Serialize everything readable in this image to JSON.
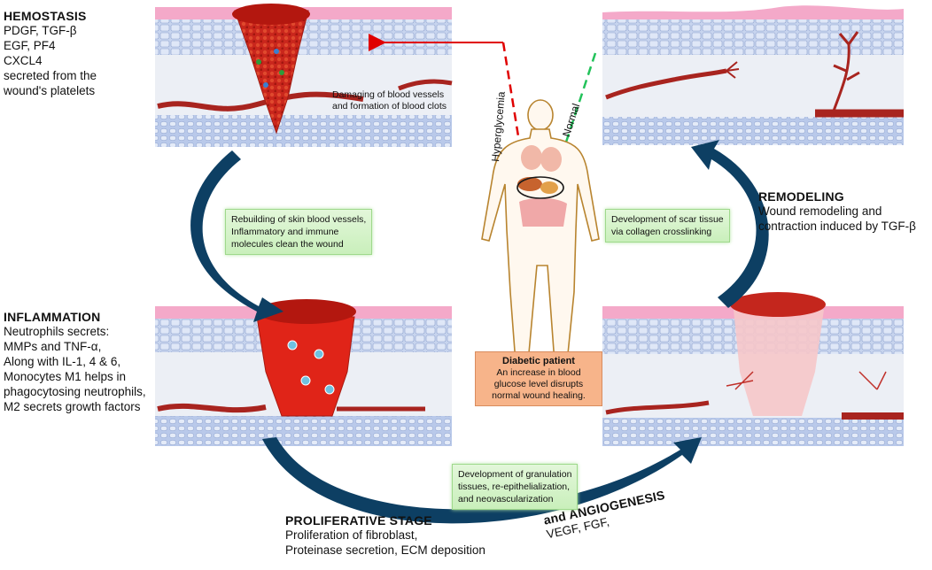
{
  "stages": {
    "hemostasis": {
      "title": "HEMOSTASIS",
      "lines": [
        "PDGF, TGF-β",
        "EGF, PF4",
        "CXCL4",
        "secreted from the",
        "wound's platelets"
      ],
      "panel_note": [
        "Damaging of blood vessels",
        "and formation of blood clots"
      ]
    },
    "inflammation": {
      "title": "INFLAMMATION",
      "lines": [
        "Neutrophils secrets:",
        "MMPs and TNF-α,",
        "Along with IL-1, 4 & 6,",
        "Monocytes M1 helps in",
        "phagocytosing neutrophils,",
        "M2 secrets growth factors"
      ]
    },
    "proliferative": {
      "title": "PROLIFERATIVE STAGE",
      "lines": [
        "Proliferation of fibroblast,",
        "Proteinase secretion, ECM deposition"
      ]
    },
    "angiogenesis": {
      "title": "and ANGIOGENESIS",
      "lines": [
        "VEGF, FGF,"
      ]
    },
    "remodeling": {
      "title": "REMODELING",
      "lines": [
        "Wound remodeling and",
        "contraction induced by TGF-β"
      ]
    }
  },
  "transitions": {
    "left": [
      "Rebuilding of skin blood vessels,",
      "Inflammatory and immune",
      "molecules clean the wound"
    ],
    "right": [
      "Development of scar tissue",
      "via collagen crosslinking"
    ],
    "bottom": [
      "Development of granulation",
      "tissues, re-epithelialization,",
      "and neovascularization"
    ]
  },
  "patient": {
    "title": "Diabetic patient",
    "lines": [
      "An increase in blood",
      "glucose level disrupts",
      "normal wound healing."
    ],
    "hyperglycemia_label": "Hyperglycemia",
    "normal_label": "Normal"
  },
  "colors": {
    "arrow_blue": "#0d3f63",
    "skin_pink": "#f2a3c6",
    "tissue_blue": "#c5d3ee",
    "clot_red": "#d8221c",
    "vessel_red": "#a8241f",
    "hyper_red": "#e00000",
    "normal_green": "#22c25a",
    "greenbox": "#d4f2c8",
    "orangebox": "#f7b48a"
  }
}
